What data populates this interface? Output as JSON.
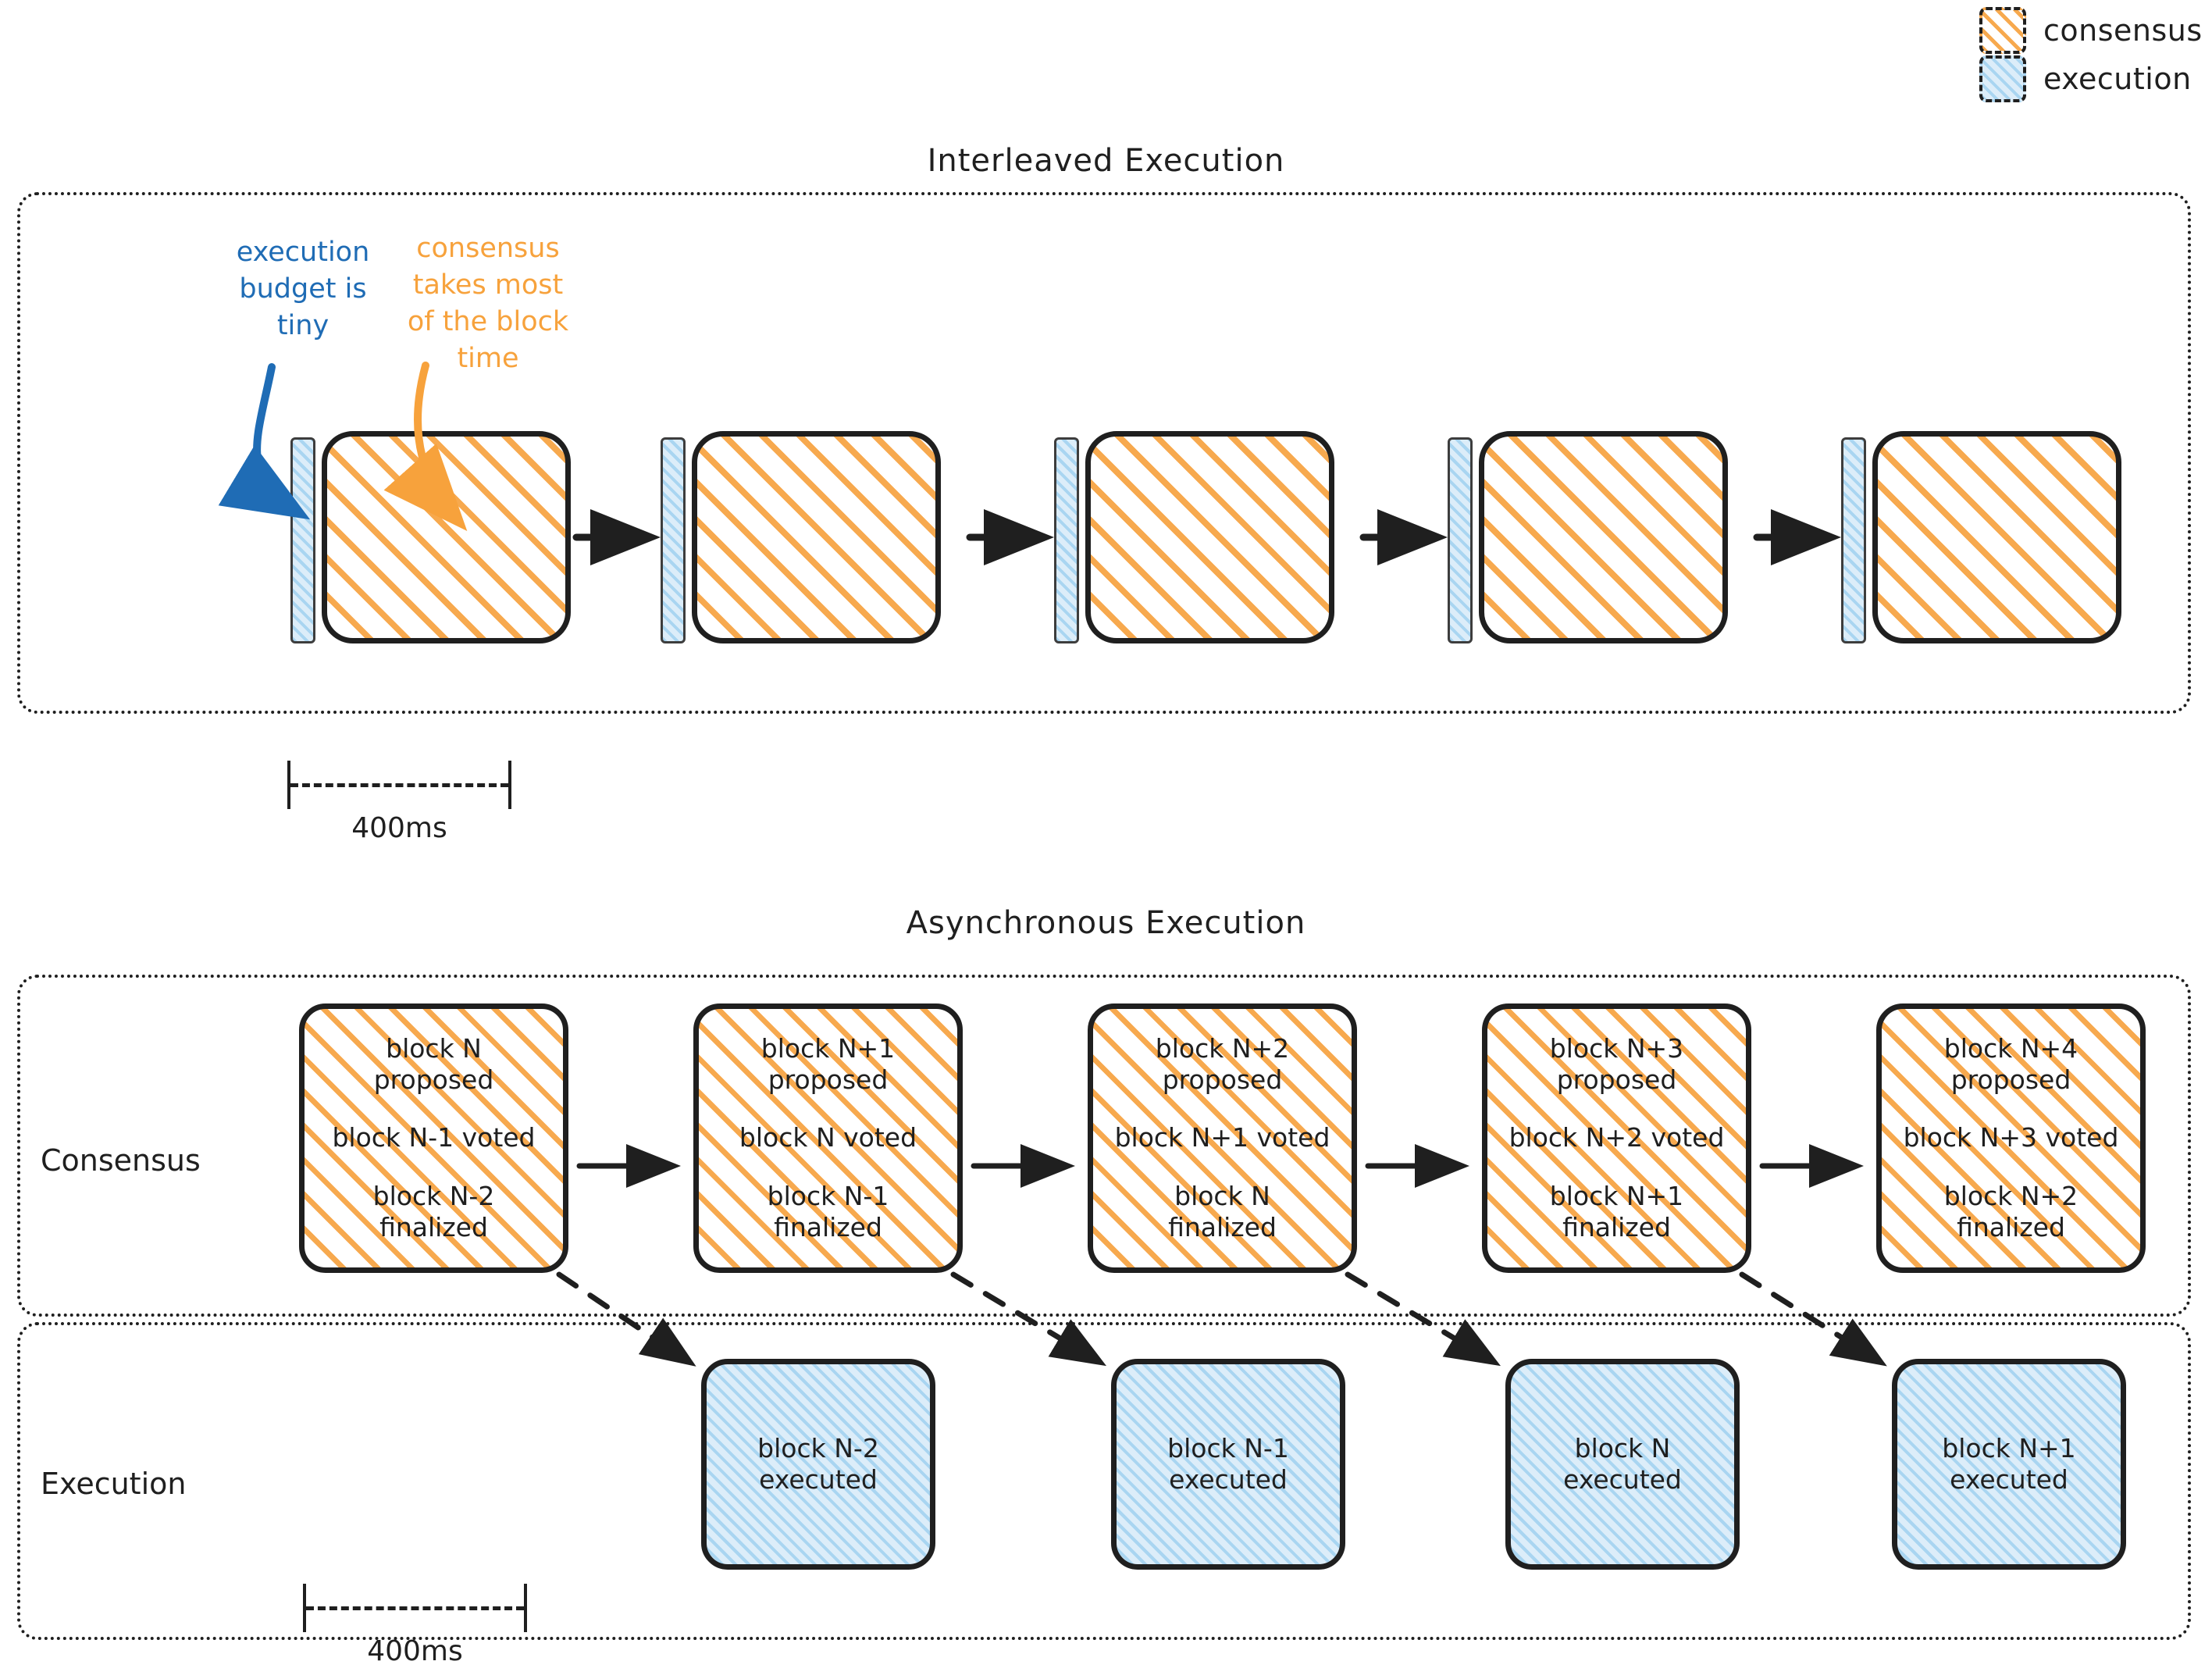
{
  "legend": {
    "items": [
      {
        "label": "consensus",
        "swatch": "consensus-hatch-swatch",
        "color": "#f7a94e"
      },
      {
        "label": "execution",
        "swatch": "execution-hatch-swatch",
        "color": "#a9d5f1"
      }
    ]
  },
  "sections": {
    "interleaved": {
      "title": "Interleaved Execution",
      "annotations": {
        "execution": {
          "text": "execution budget is tiny",
          "color": "#1f6cb5"
        },
        "consensus": {
          "text": "consensus takes most of the block time",
          "color": "#f7a23c"
        }
      },
      "slot_count": 5,
      "ruler": {
        "label": "400ms"
      }
    },
    "async": {
      "title": "Asynchronous Execution",
      "row_labels": {
        "consensus": "Consensus",
        "execution": "Execution"
      },
      "consensus_blocks": [
        {
          "proposed": "block N proposed",
          "voted": "block N-1 voted",
          "finalized": "block N-2 finalized"
        },
        {
          "proposed": "block N+1 proposed",
          "voted": "block N voted",
          "finalized": "block N-1 finalized"
        },
        {
          "proposed": "block N+2 proposed",
          "voted": "block N+1 voted",
          "finalized": "block N finalized"
        },
        {
          "proposed": "block N+3 proposed",
          "voted": "block N+2 voted",
          "finalized": "block N+1 finalized"
        },
        {
          "proposed": "block N+4 proposed",
          "voted": "block N+3 voted",
          "finalized": "block N+2 finalized"
        }
      ],
      "consensus_block_lines": [
        {
          "p1": "block N",
          "p2": "proposed",
          "v": "block N-1 voted",
          "f1": "block N-2",
          "f2": "finalized"
        },
        {
          "p1": "block N+1",
          "p2": "proposed",
          "v": "block N voted",
          "f1": "block N-1",
          "f2": "finalized"
        },
        {
          "p1": "block N+2",
          "p2": "proposed",
          "v": "block N+1 voted",
          "f1": "block N",
          "f2": "finalized"
        },
        {
          "p1": "block N+3",
          "p2": "proposed",
          "v": "block N+2 voted",
          "f1": "block N+1",
          "f2": "finalized"
        },
        {
          "p1": "block N+4",
          "p2": "proposed",
          "v": "block N+3 voted",
          "f1": "block N+2",
          "f2": "finalized"
        }
      ],
      "execution_blocks": [
        {
          "l1": "block N-2",
          "l2": "executed"
        },
        {
          "l1": "block N-1",
          "l2": "executed"
        },
        {
          "l1": "block N",
          "l2": "executed"
        },
        {
          "l1": "block N+1",
          "l2": "executed"
        }
      ],
      "ruler": {
        "label": "400ms"
      }
    }
  },
  "colors": {
    "consensus_hatch": "#f7a94e",
    "execution_hatch": "#a9d5f1",
    "execution_fill": "#dcedf9",
    "annotation_blue": "#1f6cb5",
    "annotation_orange": "#f7a23c",
    "stroke": "#1f1f1f"
  }
}
